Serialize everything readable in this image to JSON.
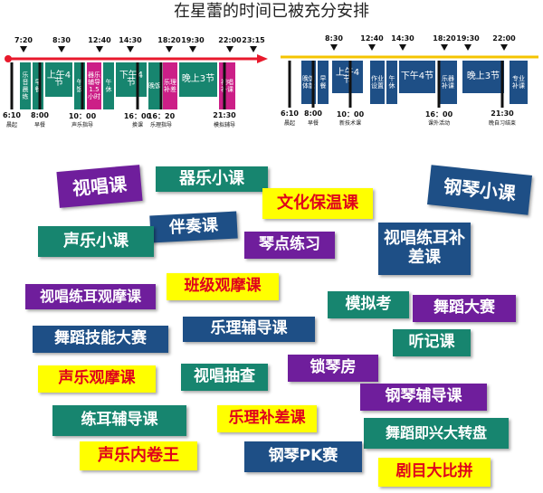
{
  "title": "在星蕾的时间已被充分安排",
  "schedule_a": {
    "top_times": [
      "7:20",
      "8:30",
      "12:40",
      "14:30",
      "18:20",
      "19:30",
      "22:00",
      "23:15"
    ],
    "blocks": [
      {
        "text": "乐音晨练",
        "color": "#17856f"
      },
      {
        "text": "早餐",
        "color": "#17856f"
      },
      {
        "text": "上午4节",
        "color": "#17856f"
      },
      {
        "text": "午饭",
        "color": "#17856f"
      },
      {
        "text": "器乐辅导1.5小时",
        "color": "#cc1f87"
      },
      {
        "text": "午休",
        "color": "#17856f"
      },
      {
        "text": "下午4节",
        "color": "#17856f"
      },
      {
        "text": "晚饭",
        "color": "#17856f"
      },
      {
        "text": "乐理补差",
        "color": "#cc1f87"
      },
      {
        "text": "晚上3节",
        "color": "#17856f"
      },
      {
        "text": "视唱补课",
        "color": "#cc1f87"
      }
    ],
    "bottom_times": [
      {
        "t": "6:10",
        "sub": "晨起"
      },
      {
        "t": "8:00",
        "sub": "早餐"
      },
      {
        "t": "10：00",
        "sub": "声乐指导"
      },
      {
        "t": "16：00",
        "sub": "换课"
      },
      {
        "t": "16：20",
        "sub": "乐理指导"
      },
      {
        "t": "21:30",
        "sub": "模拟辅导"
      }
    ]
  },
  "schedule_b": {
    "top_times": [
      "8:30",
      "12:40",
      "14:30",
      "18:20",
      "19:30",
      "22:00"
    ],
    "blocks": [
      {
        "text": "晚饭体能",
        "color": "#1e4f86"
      },
      {
        "text": "早餐",
        "color": "#1e4f86"
      },
      {
        "text": "上午4节",
        "color": "#1e4f86"
      },
      {
        "text": "作业设置",
        "color": "#1e4f86"
      },
      {
        "text": "午休",
        "color": "#1e4f86"
      },
      {
        "text": "下午4节",
        "color": "#1e4f86"
      },
      {
        "text": "乐器补课",
        "color": "#1e4f86"
      },
      {
        "text": "晚上3节",
        "color": "#1e4f86"
      },
      {
        "text": "专业补课",
        "color": "#1e4f86"
      }
    ],
    "bottom_times": [
      {
        "t": "6:10",
        "sub": "晨起"
      },
      {
        "t": "8:00",
        "sub": "早餐"
      },
      {
        "t": "10：00",
        "sub": "新技术课"
      },
      {
        "t": "16：00",
        "sub": "课外活动"
      },
      {
        "t": "21:30",
        "sub": "晚自习结束"
      }
    ]
  },
  "tags": [
    {
      "text": "视唱课",
      "style": "purple"
    },
    {
      "text": "器乐小课",
      "style": "teal"
    },
    {
      "text": "文化保温课",
      "style": "yellow"
    },
    {
      "text": "钢琴小课",
      "style": "navy"
    },
    {
      "text": "伴奏课",
      "style": "navy"
    },
    {
      "text": "声乐小课",
      "style": "teal"
    },
    {
      "text": "琴点练习",
      "style": "purple"
    },
    {
      "text": "视唱练耳补差课",
      "style": "navy"
    },
    {
      "text": "视唱练耳观摩课",
      "style": "purple"
    },
    {
      "text": "班级观摩课",
      "style": "yellow"
    },
    {
      "text": "模拟考",
      "style": "teal"
    },
    {
      "text": "舞蹈大赛",
      "style": "purple"
    },
    {
      "text": "舞蹈技能大赛",
      "style": "navy"
    },
    {
      "text": "乐理辅导课",
      "style": "navy"
    },
    {
      "text": "听记课",
      "style": "teal"
    },
    {
      "text": "声乐观摩课",
      "style": "yellow"
    },
    {
      "text": "视唱抽查",
      "style": "teal"
    },
    {
      "text": "锁琴房",
      "style": "purple"
    },
    {
      "text": "钢琴辅导课",
      "style": "purple"
    },
    {
      "text": "练耳辅导课",
      "style": "teal"
    },
    {
      "text": "乐理补差课",
      "style": "yellow"
    },
    {
      "text": "舞蹈即兴大转盘",
      "style": "teal"
    },
    {
      "text": "声乐内卷王",
      "style": "yellow"
    },
    {
      "text": "钢琴PK赛",
      "style": "navy"
    },
    {
      "text": "剧目大比拼",
      "style": "yellow"
    }
  ]
}
